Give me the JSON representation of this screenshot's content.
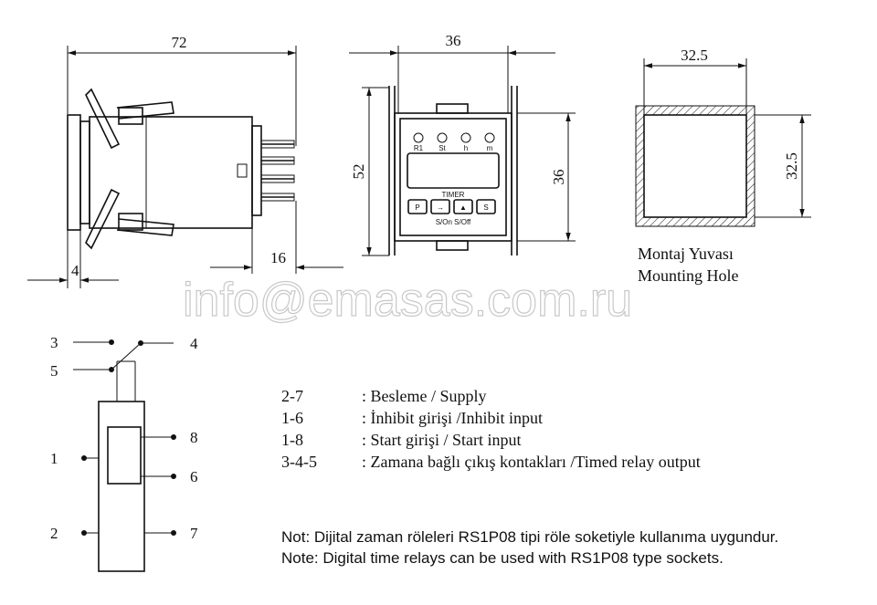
{
  "side_view": {
    "dim_width": "72",
    "dim_front": "4",
    "dim_pins": "16"
  },
  "front_view": {
    "dim_width": "36",
    "dim_height": "52",
    "dim_body": "36",
    "leds": [
      "R1",
      "St",
      "h",
      "m"
    ],
    "brand": "TIMER",
    "buttons": [
      "P",
      "→",
      "▲",
      "S"
    ],
    "bottom_text": "S/On S/Off"
  },
  "mounting_hole": {
    "dim_width": "32.5",
    "dim_height": "32.5",
    "label_tr": "Montaj Yuvası",
    "label_en": "Mounting Hole"
  },
  "watermark": "info@emasas.com.ru",
  "wiring": {
    "pins": {
      "p3": "3",
      "p4": "4",
      "p5": "5",
      "p1": "1",
      "p8": "8",
      "p6": "6",
      "p2": "2",
      "p7": "7"
    }
  },
  "legend": [
    {
      "pins": "2-7",
      "desc": ": Besleme / Supply"
    },
    {
      "pins": "1-6",
      "desc": ": İnhibit girişi /Inhibit input"
    },
    {
      "pins": "1-8",
      "desc": ": Start girişi / Start input"
    },
    {
      "pins": "3-4-5",
      "desc": ": Zamana bağlı çıkış kontakları /Timed relay output"
    }
  ],
  "notes": {
    "tr": "Not: Dijital zaman röleleri RS1P08 tipi röle soketiyle kullanıma uygundur.",
    "en": "Note: Digital time relays can be used with RS1P08 type sockets."
  }
}
